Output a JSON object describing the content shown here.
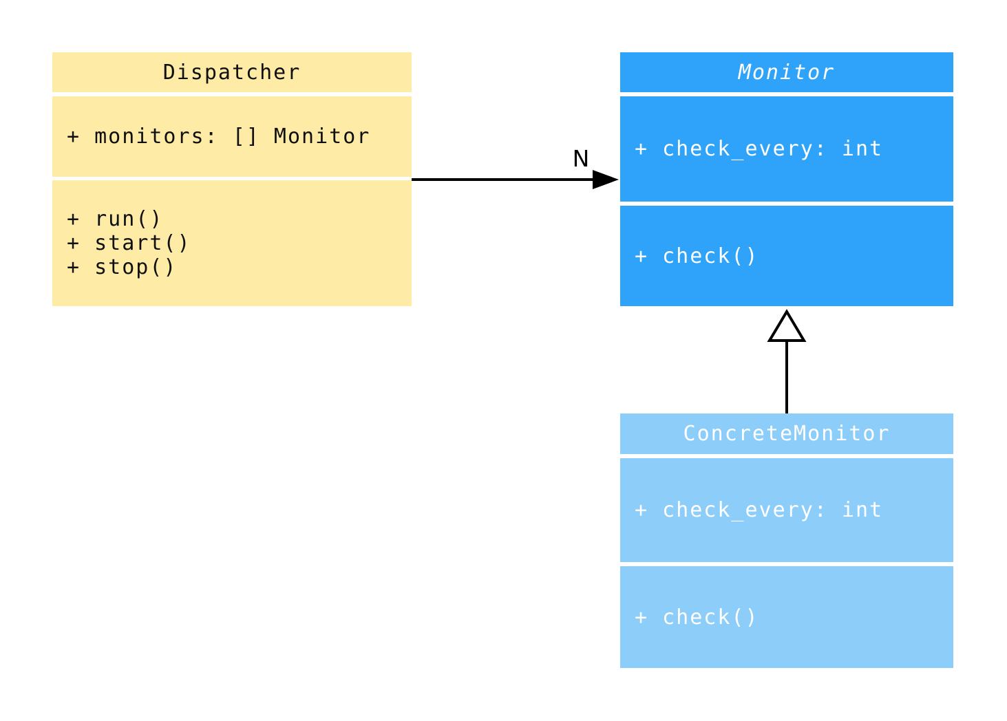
{
  "diagram": {
    "kind": "uml-class-diagram",
    "background_color": "#FFFFFF",
    "classes": [
      {
        "name": "Dispatcher",
        "abstract": false,
        "attributes": [
          "+ monitors: [] Monitor"
        ],
        "methods": [
          "+ run()",
          "+ start()",
          "+ stop()"
        ],
        "fill_color": "#FDEBA6",
        "text_color": "#101010"
      },
      {
        "name": "Monitor",
        "abstract": true,
        "attributes": [
          "+ check_every: int"
        ],
        "methods": [
          "+ check()"
        ],
        "fill_color": "#2FA3FA",
        "text_color": "#FFFFFF"
      },
      {
        "name": "ConcreteMonitor",
        "abstract": false,
        "attributes": [
          "+ check_every: int"
        ],
        "methods": [
          "+ check()"
        ],
        "fill_color": "#8DCDFA",
        "text_color": "#FFFFFF"
      }
    ],
    "relationships": [
      {
        "from": "Dispatcher",
        "to": "Monitor",
        "type": "association",
        "arrowhead": "filled-arrow",
        "label": "N",
        "line_color": "#000000"
      },
      {
        "from": "ConcreteMonitor",
        "to": "Monitor",
        "type": "inheritance",
        "arrowhead": "hollow-triangle",
        "label": "",
        "line_color": "#000000"
      }
    ]
  }
}
